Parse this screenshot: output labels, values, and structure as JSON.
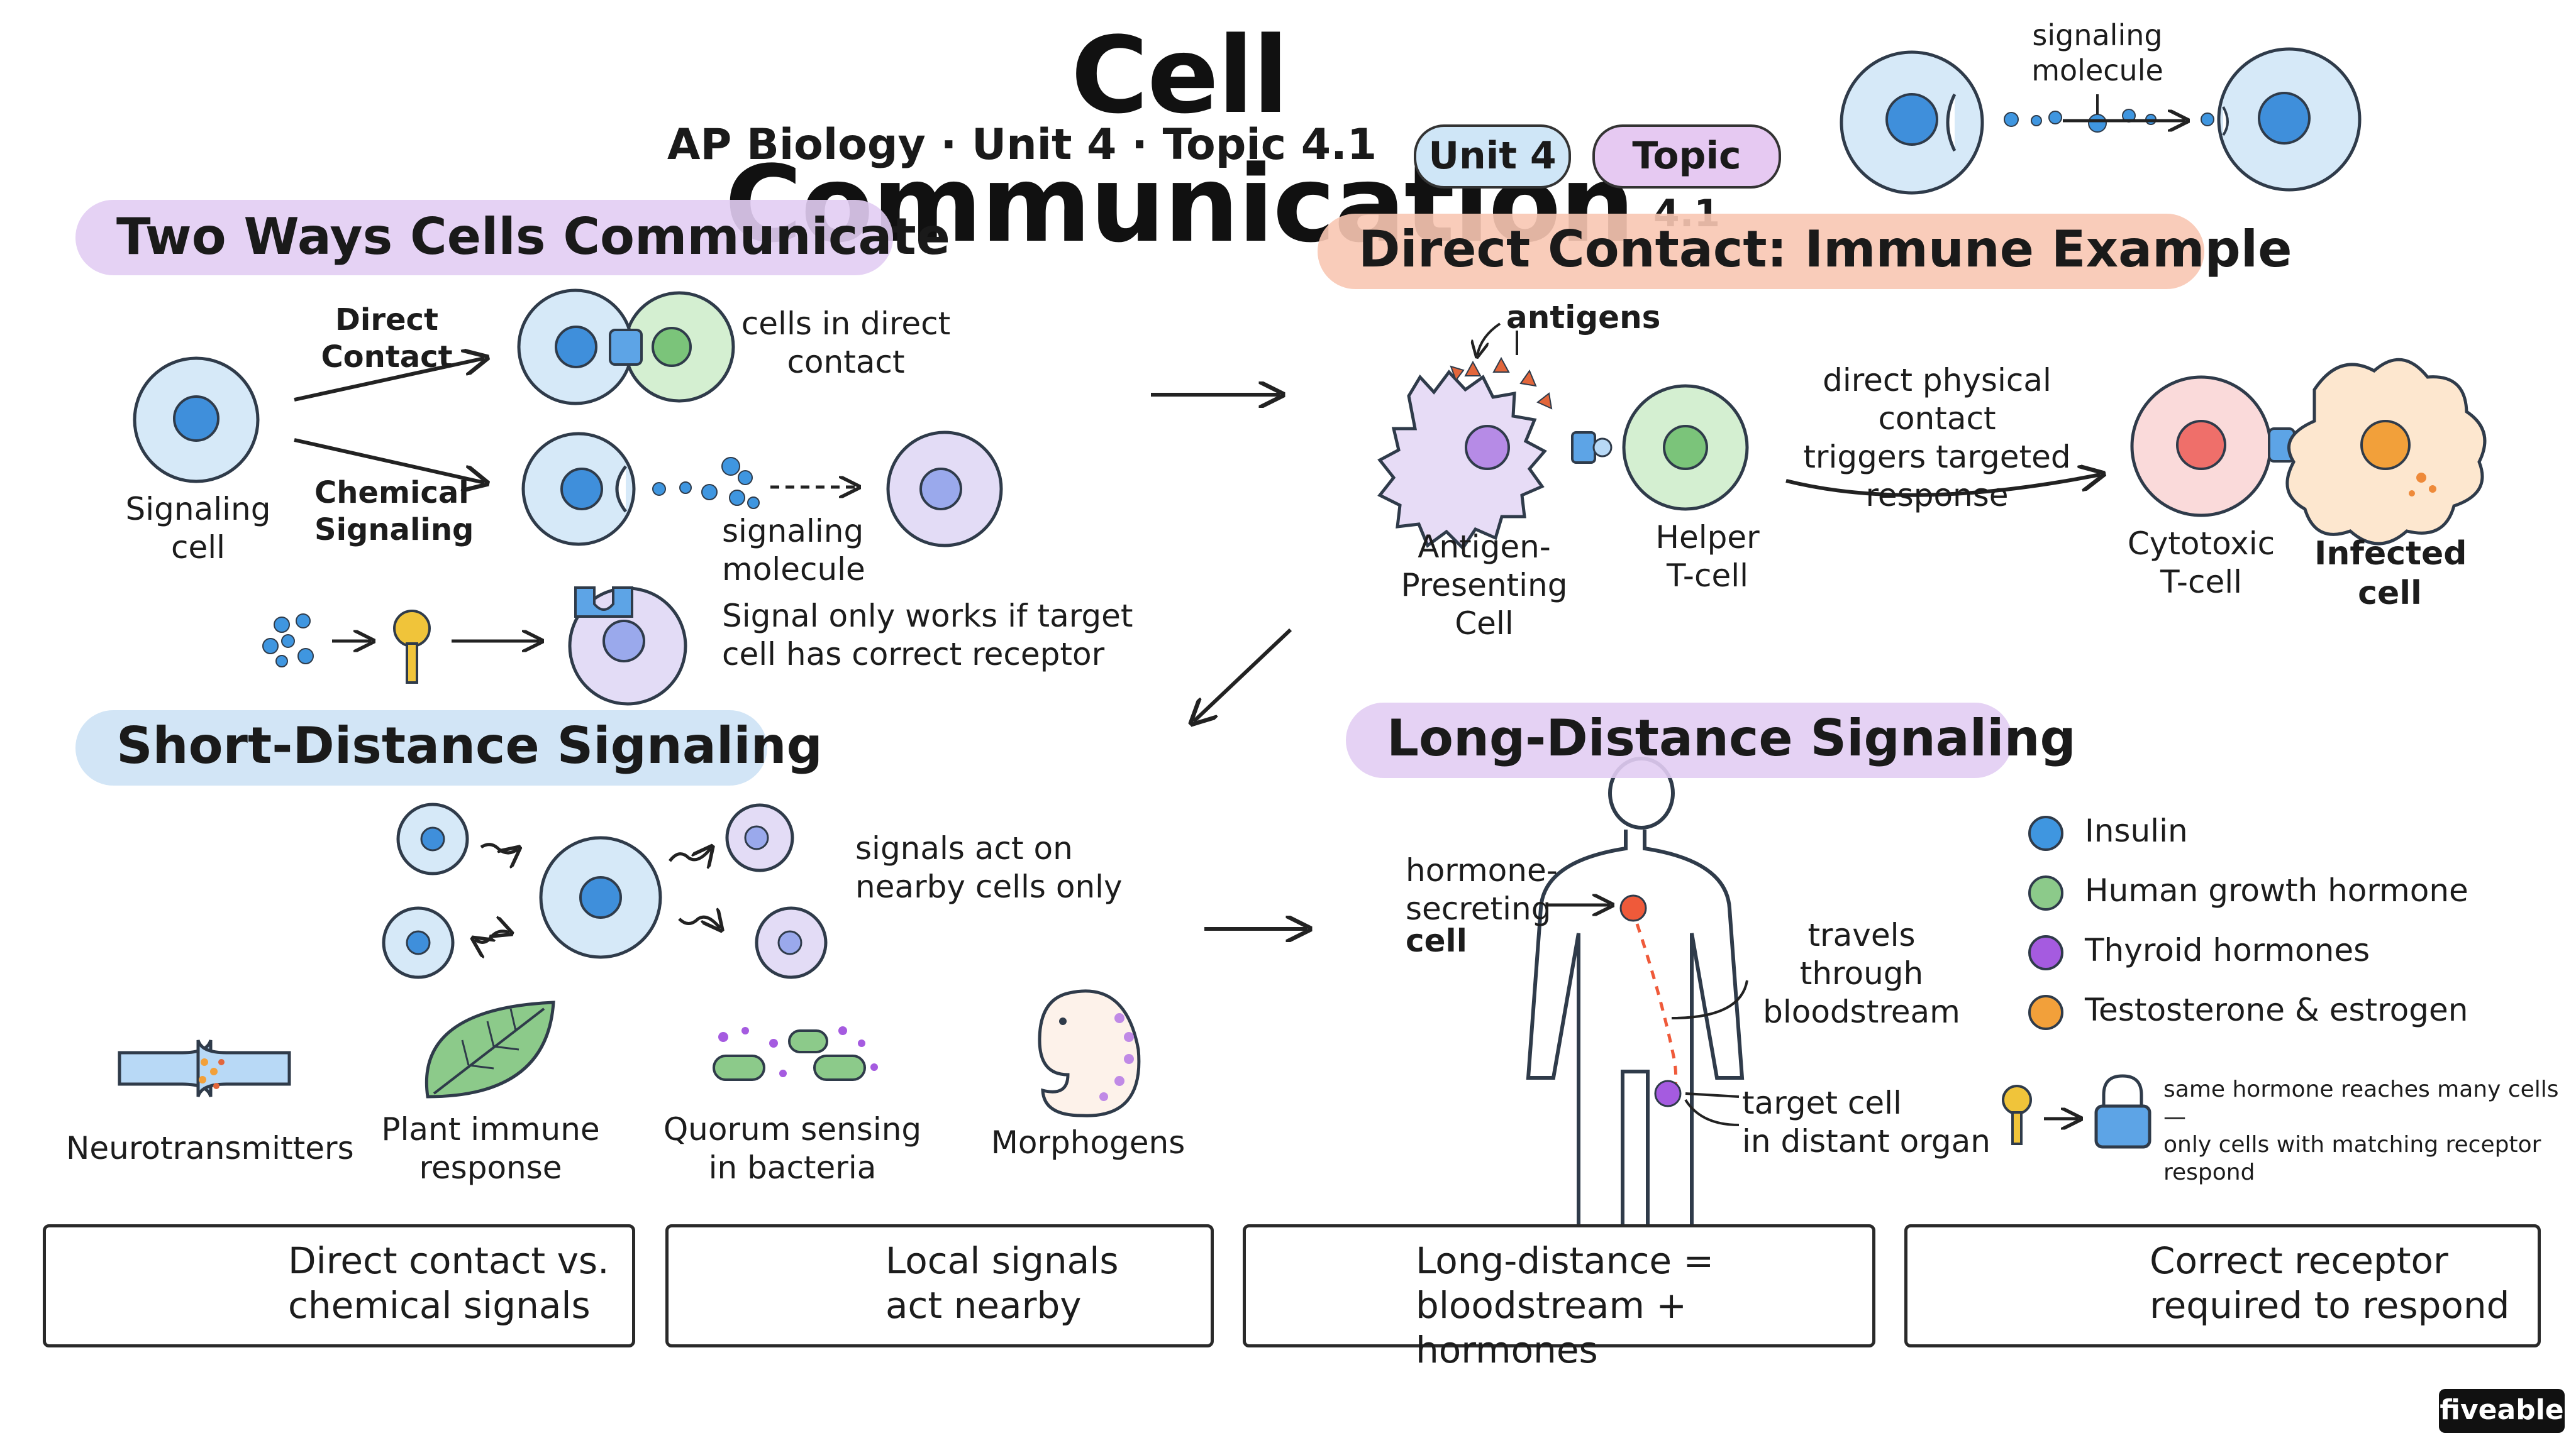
{
  "header": {
    "title": "Cell Communication",
    "subtitle": "AP Biology · Unit 4 · Topic 4.1",
    "unit_pill": "Unit 4",
    "topic_pill": "Topic 4.1",
    "corner_label": "signaling\nmolecule"
  },
  "two_ways": {
    "heading": "Two Ways Cells Communicate",
    "signaling_cell": "Signaling\ncell",
    "direct_contact": "Direct\nContact",
    "cells_in_contact": "cells in direct\ncontact",
    "chemical_signaling": "Chemical\nSignaling",
    "signaling_molecule": "signaling\nmolecule",
    "receptor_note": "Signal only works if target\ncell has correct receptor"
  },
  "immune": {
    "heading": "Direct Contact: Immune Example",
    "antigens": "antigens",
    "apc": "Antigen-Presenting\nCell",
    "helper": "Helper\nT-cell",
    "contact_note": "direct physical contact\ntriggers targeted\nresponse",
    "cytotoxic": "Cytotoxic\nT-cell",
    "infected": "Infected\ncell"
  },
  "short": {
    "heading": "Short-Distance Signaling",
    "nearby_note": "signals act on\nnearby cells only",
    "examples": [
      "Neurotransmitters",
      "Plant immune\nresponse",
      "Quorum sensing\nin bacteria",
      "Morphogens"
    ]
  },
  "long": {
    "heading": "Long-Distance Signaling",
    "secreting": "hormone-\nsecreting",
    "secreting_cell": "cell",
    "travels": "travels through\nbloodstream",
    "target": "target cell\nin distant organ",
    "legend": [
      {
        "label": "Insulin",
        "color": "#3f96e0"
      },
      {
        "label": "Human growth hormone",
        "color": "#8cca8a"
      },
      {
        "label": "Thyroid hormones",
        "color": "#a55be0"
      },
      {
        "label": "Testosterone & estrogen",
        "color": "#f2a03a"
      }
    ],
    "receptor_note": "same hormone reaches many cells —\nonly cells with matching receptor\nrespond"
  },
  "summary": [
    {
      "text": "Direct contact vs.\nchemical signals"
    },
    {
      "text": "Local signals\nact nearby"
    },
    {
      "text": "Long-distance =\nbloodstream + hormones"
    },
    {
      "text": "Correct receptor\nrequired to respond"
    }
  ],
  "brand": "fiveable",
  "colors": {
    "cell_blue": "#d6e9f8",
    "nucleus_blue": "#3f8fdb",
    "cell_green": "#d4efd1",
    "cell_purple": "#e7dcf6",
    "cell_pink": "#fadada",
    "highlight_purple": "#e2cdf3",
    "highlight_peach": "#f8c6b3",
    "highlight_blue": "#cde2f5"
  }
}
